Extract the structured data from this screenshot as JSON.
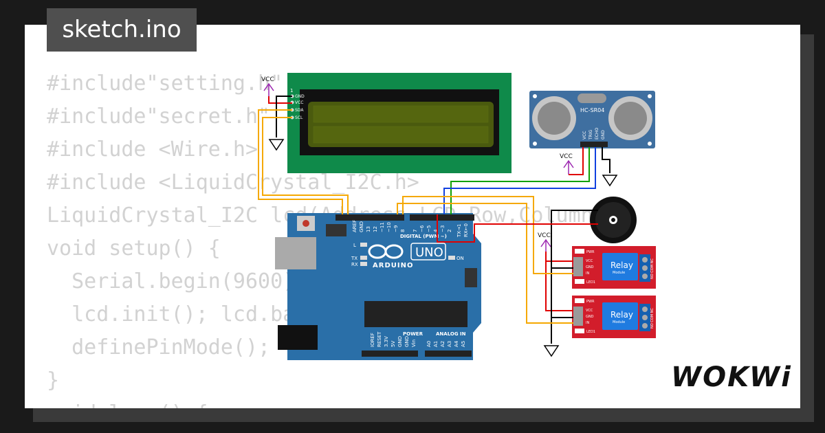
{
  "title": "sketch.ino",
  "brand": "WOKWi",
  "code_lines": [
    "#include\"setting.h\"",
    "#include\"secret.h\"",
    "#include <Wire.h>",
    "#include <LiquidCrystal_I2C.h>",
    "LiquidCrystal_I2C lcd(Address,LCD_Row,Column);",
    "void setup() {",
    "  Serial.begin(9600);",
    "  lcd.init(); lcd.backlight();",
    "  definePinMode();",
    "}",
    "void loop() {"
  ],
  "lcd": {
    "pin_1": "1",
    "pins": [
      "GND",
      "VCC",
      "SDA",
      "SCL"
    ]
  },
  "sensor": {
    "label": "HC-SR04",
    "pins": [
      "VCC",
      "TRIG",
      "ECHO",
      "GND"
    ]
  },
  "arduino": {
    "brand": "ARDUINO",
    "model": "UNO",
    "digital_label": "DIGITAL (PWM ~)",
    "power_label": "POWER",
    "analog_label": "ANALOG IN",
    "aref": "AREF",
    "gnd": "GND",
    "digital_pins": [
      "13",
      "12",
      "~11",
      "~10",
      "~9",
      "8",
      "7",
      "~6",
      "~5",
      "4",
      "~3",
      "2",
      "TX→1",
      "RX←0"
    ],
    "power_pins": [
      "IOREF",
      "RESET",
      "3.3V",
      "5V",
      "GND",
      "GND",
      "Vin"
    ],
    "analog_pins": [
      "A0",
      "A1",
      "A2",
      "A3",
      "A4",
      "A5"
    ],
    "led_l": "L",
    "led_tx": "TX",
    "led_rx": "RX",
    "led_on": "ON"
  },
  "vcc_label": "VCC",
  "relay": {
    "title": "Relay",
    "subtitle": "Module",
    "pins": [
      "VCC",
      "GND",
      "IN"
    ],
    "pwr": "PWR",
    "led": "LED1",
    "terminals": "NO COM NC"
  },
  "colors": {
    "page_bg": "#1a1a1a",
    "card_bg": "#ffffff",
    "arduino_blue": "#2a6fa8",
    "lcd_green": "#0f8a4a",
    "lcd_screen": "#4a5a0e",
    "relay_red": "#d21d2b",
    "relay_blue": "#1f7be0",
    "sensor_blue": "#3f6fa0",
    "wire_red": "#e00000",
    "wire_yellow": "#f5a800",
    "wire_green": "#10a000",
    "wire_blue": "#1040e0",
    "wire_black": "#000000",
    "vcc_purple": "#9c27b0"
  }
}
